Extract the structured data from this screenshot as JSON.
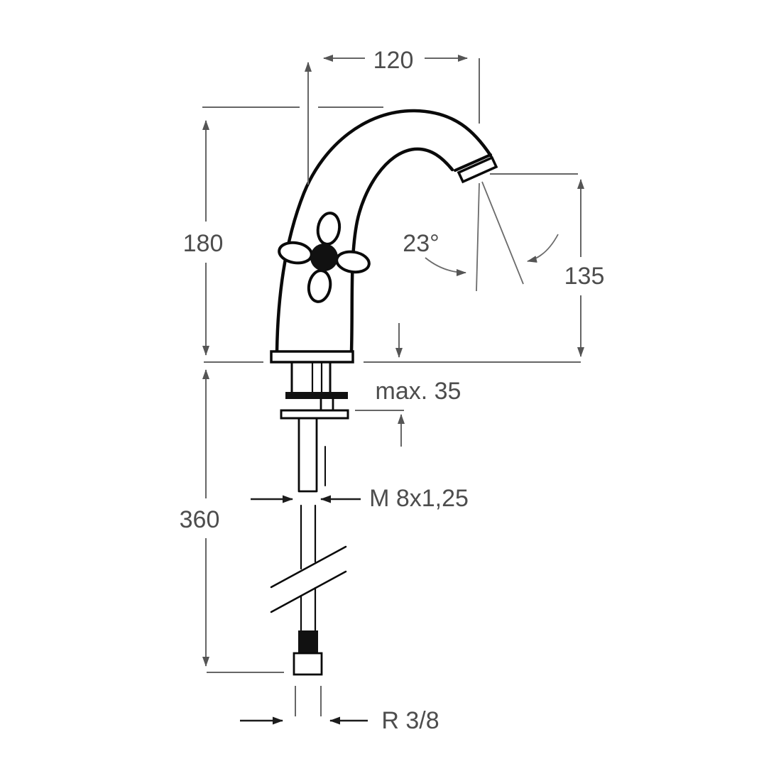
{
  "labels": {
    "spout_reach": "120",
    "spout_height": "180",
    "outlet_angle": "23°",
    "outlet_height": "135",
    "max_deck_thickness": "max. 35",
    "supply_length": "360",
    "stud_thread": "M 8x1,25",
    "connection_thread": "R 3/8"
  },
  "colors": {
    "background": "#ffffff",
    "drawing_outline": "#0a0a0a",
    "dimension_line": "#666666",
    "label_text": "#4d4d4d"
  }
}
